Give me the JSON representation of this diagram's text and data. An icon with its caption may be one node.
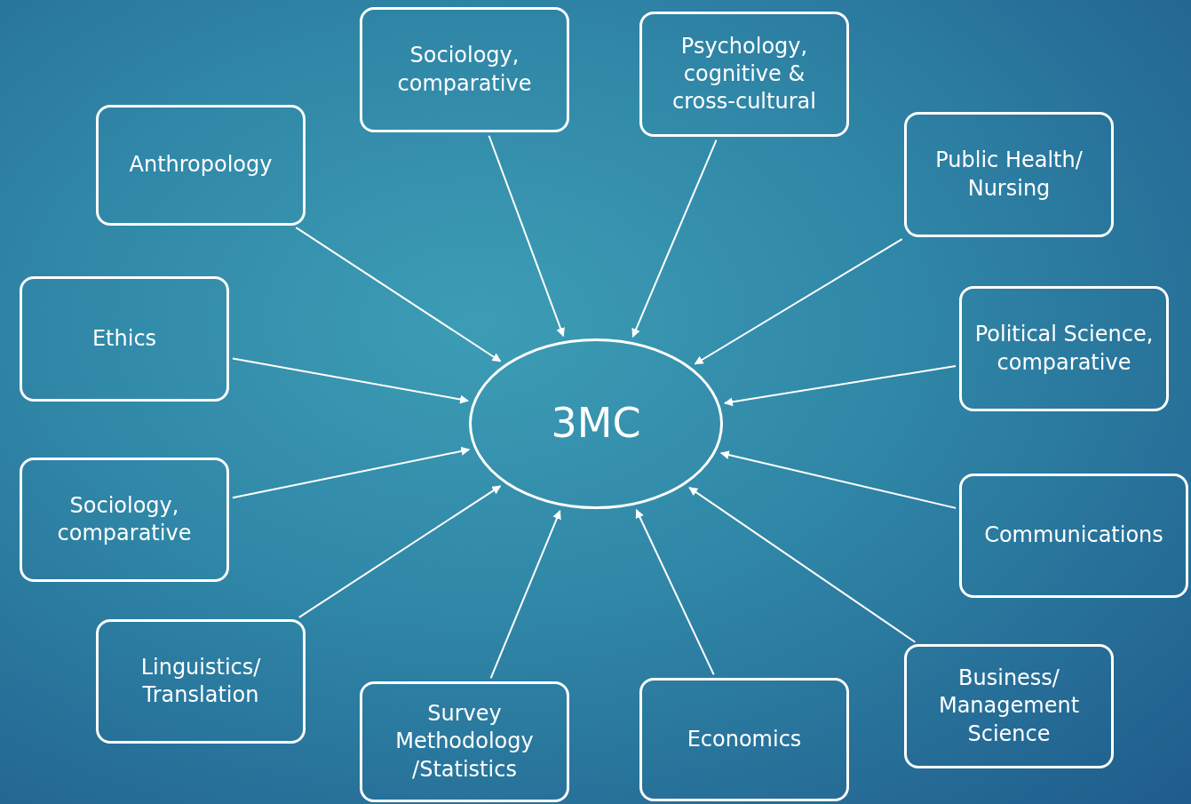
{
  "diagram": {
    "nodes": [
      {
        "text": [
          "3MC"
        ]
      },
      {
        "text": [
          "Sociology, comparative"
        ]
      },
      {
        "text": [
          "Psychology, cognitive & cross-cultural"
        ]
      },
      {
        "text": [
          "Anthropology"
        ]
      },
      {
        "text": [
          "Public Health/ Nursing"
        ]
      },
      {
        "text": [
          "Ethics"
        ]
      },
      {
        "text": [
          "Political Science, comparative"
        ]
      },
      {
        "text": [
          "Sociology, comparative"
        ]
      },
      {
        "text": [
          "Communications"
        ]
      },
      {
        "text": [
          "Linguistics/ Translation"
        ]
      },
      {
        "text": [
          "Business/ Management Science"
        ]
      },
      {
        "text": [
          "Survey Methodology /Statistics"
        ]
      },
      {
        "text": [
          "Economics"
        ]
      }
    ],
    "edges": [
      {
        "from": 1,
        "to": 0,
        "arrow": "to"
      },
      {
        "from": 2,
        "to": 0,
        "arrow": "to"
      },
      {
        "from": 3,
        "to": 0,
        "arrow": "to"
      },
      {
        "from": 4,
        "to": 0,
        "arrow": "to"
      },
      {
        "from": 5,
        "to": 0,
        "arrow": "to"
      },
      {
        "from": 6,
        "to": 0,
        "arrow": "to"
      },
      {
        "from": 7,
        "to": 0,
        "arrow": "to"
      },
      {
        "from": 8,
        "to": 0,
        "arrow": "to"
      },
      {
        "from": 9,
        "to": 0,
        "arrow": "to"
      },
      {
        "from": 10,
        "to": 0,
        "arrow": "to"
      },
      {
        "from": 11,
        "to": 0,
        "arrow": "to"
      },
      {
        "from": 12,
        "to": 0,
        "arrow": "to"
      }
    ]
  }
}
